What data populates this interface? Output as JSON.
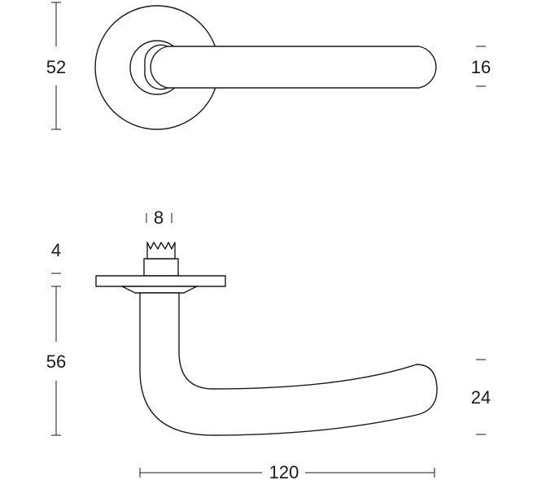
{
  "dimensions": {
    "rose_diameter": "52",
    "lever_thickness": "16",
    "spindle_width": "8",
    "rose_thickness": "4",
    "lever_height": "56",
    "grip_height": "24",
    "lever_length": "120"
  },
  "colors": {
    "line": "#1a1a1a",
    "background": "#ffffff"
  }
}
